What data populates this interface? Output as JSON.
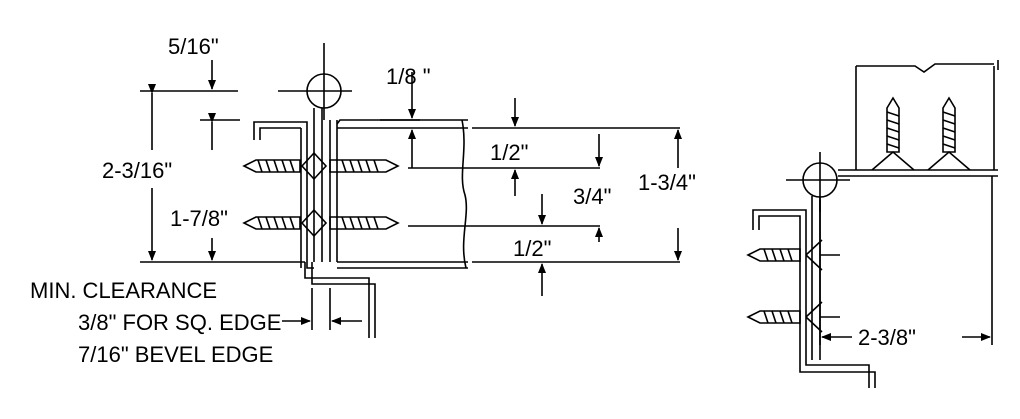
{
  "dimensions": {
    "five_sixteenths": "5/16\"",
    "one_eighth": "1/8 \"",
    "two_3_16": "2-3/16\"",
    "one_7_8": "1-7/8\"",
    "half_top": "1/2\"",
    "three_quarter": "3/4\"",
    "one_3_4": "1-3/4\"",
    "half_bottom": "1/2\"",
    "two_3_8": "2-3/8\""
  },
  "notes": {
    "clearance_line1": "MIN.  CLEARANCE",
    "clearance_line2": "3/8\" FOR SQ. EDGE",
    "clearance_line3": "7/16\" BEVEL EDGE"
  },
  "colors": {
    "ink": "#000000",
    "paper": "#ffffff"
  }
}
